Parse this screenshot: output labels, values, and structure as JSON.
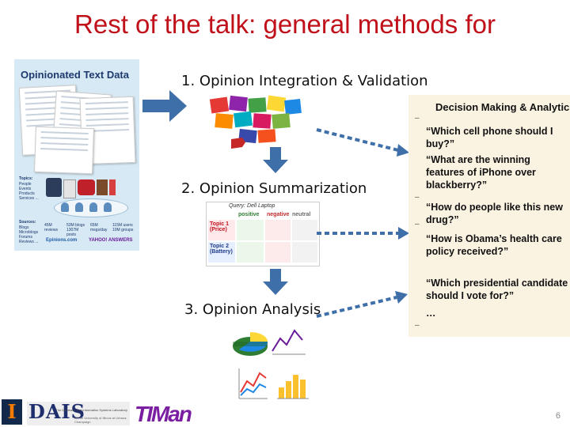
{
  "slide": {
    "title": "Rest of the talk: general methods for",
    "page_number": "6"
  },
  "left_panel": {
    "title": "Opinionated Text Data",
    "topics_label": "Topics:",
    "topics_items": [
      "People",
      "Events",
      "Products",
      "Services ..."
    ],
    "sources_label": "Sources:",
    "sources_items": [
      "Blogs",
      "Microblogs",
      "Forums",
      "Reviews ..."
    ],
    "source_counts": [
      "45M reviews",
      "53M blogs 1307M posts",
      "65M msgs/day",
      "115M users 10M groups"
    ],
    "logos": [
      "Epinions.com",
      "YAHOO! ANSWERS"
    ]
  },
  "steps": [
    {
      "label": "1. Opinion Integration & Validation"
    },
    {
      "label": "2. Opinion Summarization"
    },
    {
      "label": "3. Opinion Analysis"
    }
  ],
  "summary_table": {
    "query": "Query: Dell Laptop",
    "headers": [
      "positive",
      "negative",
      "neutral"
    ],
    "topics": [
      "Topic 1 (Price)",
      "Topic 2 (Battery)"
    ]
  },
  "right_panel": {
    "title": "Decision Making & Analytics",
    "questions": [
      "“Which cell phone should I buy?”",
      "“What are the winning features of iPhone over blackberry?”",
      "“How do people like this new drug?”",
      "“How is Obama’s health care policy received?”",
      "“Which presidential candidate should I vote for?”",
      "…"
    ],
    "bullet": "–"
  },
  "footer": {
    "lab_name": "The Database and Information Systems Laboratory",
    "lab_logo": "DAIS",
    "lab_sub": "at The University of Illinois at Urbana-Champaign",
    "timan": "TIMan",
    "uiuc": "I"
  },
  "colors": {
    "title": "#c0101a",
    "arrow": "#3f6fa8",
    "panel_left": "#d6e9f4",
    "panel_right": "#fbf3e2"
  }
}
